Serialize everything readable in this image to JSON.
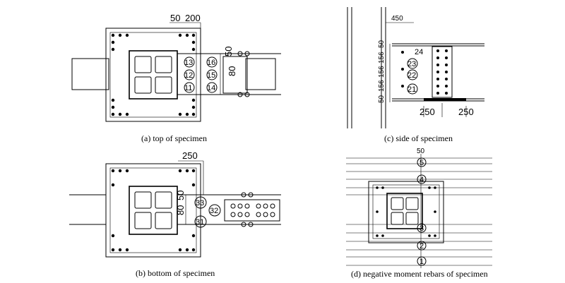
{
  "captions": {
    "a": "(a)  top  of  specimen",
    "b": "(b)  bottom  of  specimen",
    "c": "(c)  side  of  specimen",
    "d": "(d)  negative  moment  rebars  of  specimen"
  },
  "top_view": {
    "dim_top": "50",
    "dim_top2": "200",
    "dim_right": "50",
    "dim_right2": "80",
    "gauges": [
      "13",
      "12",
      "11",
      "16",
      "15",
      "14"
    ]
  },
  "bottom_view": {
    "dim_top": "250",
    "dim_left_a": "80",
    "dim_left_b": "50",
    "gauges": [
      "33",
      "32",
      "31"
    ]
  },
  "side_view": {
    "dim_top": "450",
    "dims_left": [
      "50",
      "156",
      "156",
      "156",
      "50"
    ],
    "dims_bottom": [
      "250",
      "250"
    ],
    "gauges": [
      "24",
      "23",
      "22",
      "21"
    ]
  },
  "rebar_view": {
    "dim_top": "50",
    "gauges": [
      "5",
      "4",
      "3",
      "2",
      "1"
    ]
  }
}
